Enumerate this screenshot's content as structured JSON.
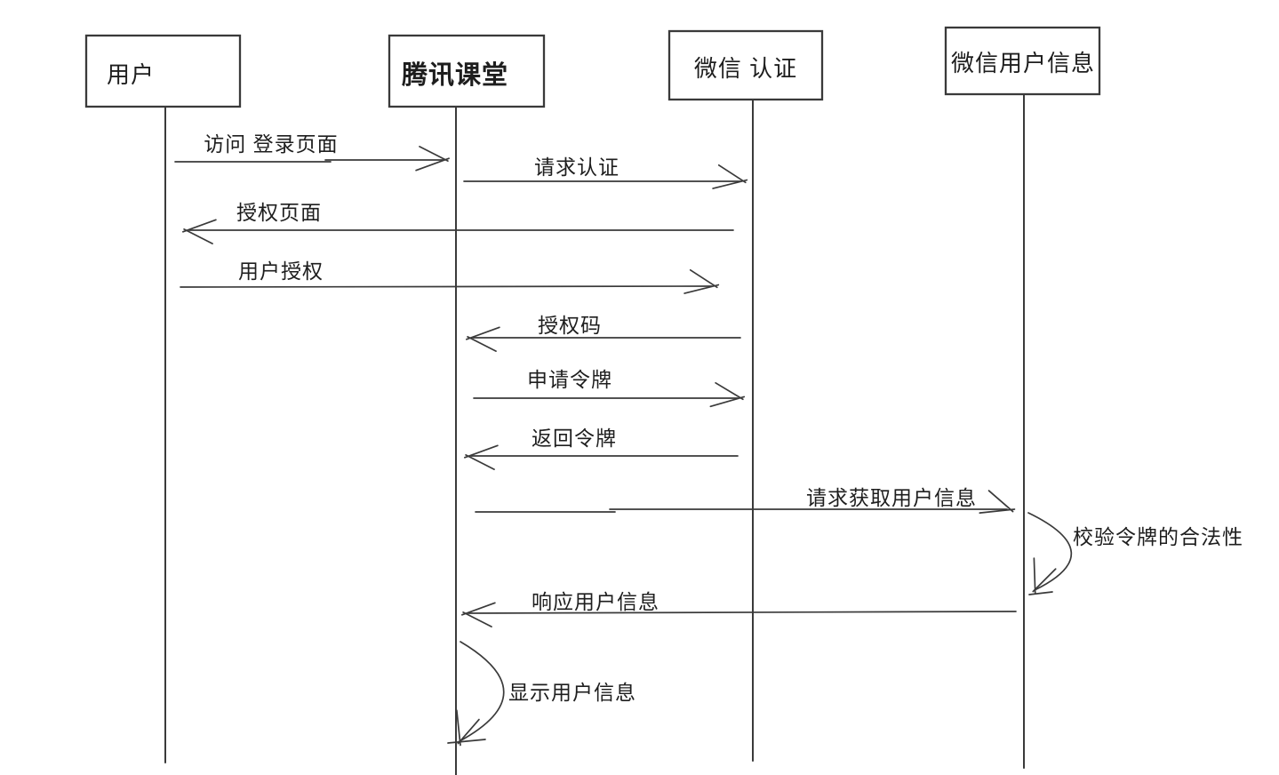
{
  "diagram_type": "sequence-diagram",
  "colors": {
    "line": "#3a3a3a",
    "text": "#1e1e1e",
    "background": "#ffffff"
  },
  "actors": [
    {
      "label": "用户"
    },
    {
      "label": "腾讯课堂"
    },
    {
      "label": "微信 认证"
    },
    {
      "label": "微信用户信息"
    }
  ],
  "messages": [
    {
      "label": "访问 登录页面",
      "from": "用户",
      "to": "腾讯课堂",
      "direction": "right"
    },
    {
      "label": "请求认证",
      "from": "腾讯课堂",
      "to": "微信 认证",
      "direction": "right"
    },
    {
      "label": "授权页面",
      "from": "微信 认证",
      "to": "用户",
      "direction": "left"
    },
    {
      "label": "用户授权",
      "from": "用户",
      "to": "微信 认证",
      "direction": "right"
    },
    {
      "label": "授权码",
      "from": "微信 认证",
      "to": "腾讯课堂",
      "direction": "left"
    },
    {
      "label": "申请令牌",
      "from": "腾讯课堂",
      "to": "微信 认证",
      "direction": "right"
    },
    {
      "label": "返回令牌",
      "from": "微信 认证",
      "to": "腾讯课堂",
      "direction": "left"
    },
    {
      "label": "请求获取用户信息",
      "from": "腾讯课堂",
      "to": "微信用户信息",
      "direction": "right"
    },
    {
      "label": "校验令牌的合法性",
      "from": "微信用户信息",
      "to": "微信用户信息",
      "direction": "self"
    },
    {
      "label": "响应用户信息",
      "from": "微信用户信息",
      "to": "腾讯课堂",
      "direction": "left"
    },
    {
      "label": "显示用户信息",
      "from": "腾讯课堂",
      "to": "腾讯课堂",
      "direction": "self"
    }
  ]
}
